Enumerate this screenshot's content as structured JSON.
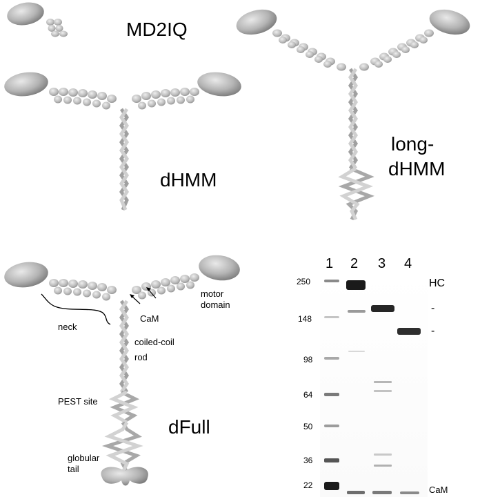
{
  "panels": {
    "md2iq": {
      "label": "MD2IQ"
    },
    "dhmm": {
      "label": "dHMM"
    },
    "long_dhmm": {
      "label_line1": "long-",
      "label_line2": "dHMM"
    },
    "dfull": {
      "label": "dFull",
      "annotations": {
        "neck": "neck",
        "cam": "CaM",
        "motor_line1": "motor",
        "motor_line2": "domain",
        "coil_line1": "coiled-coil",
        "coil_line2": "rod",
        "pest": "PEST site",
        "glob_line1": "globular",
        "glob_line2": "tail"
      }
    }
  },
  "gel": {
    "lanes": [
      "1",
      "2",
      "3",
      "4"
    ],
    "markers": [
      "250",
      "148",
      "98",
      "64",
      "50",
      "36",
      "22"
    ],
    "right_labels": {
      "hc": "HC",
      "dash1": "-",
      "dash2": "-",
      "cam": "CaM"
    }
  }
}
